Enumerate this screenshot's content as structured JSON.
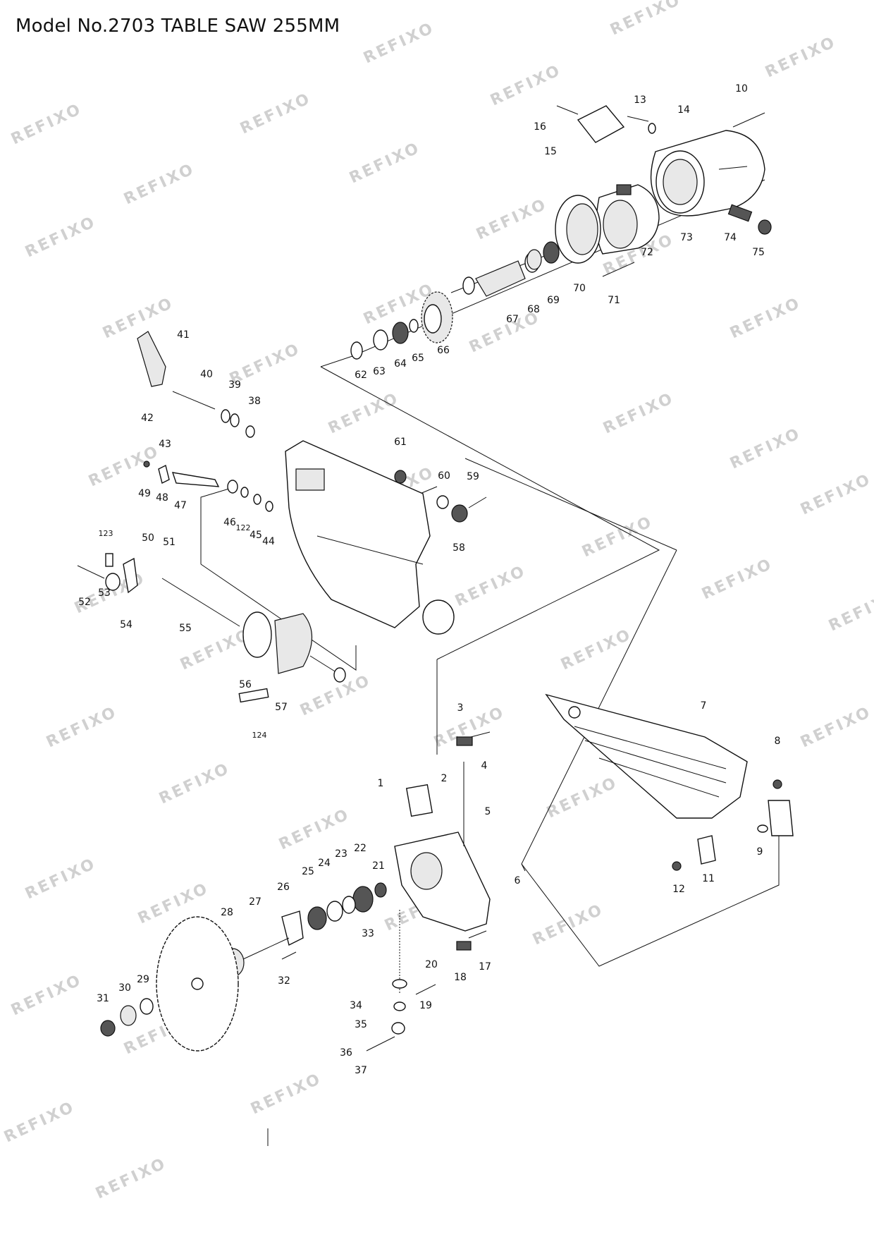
{
  "title": "Model No.2703 TABLE SAW 255MM",
  "watermark": "REFIXO",
  "part_labels": [
    "1",
    "2",
    "3",
    "4",
    "5",
    "6",
    "7",
    "8",
    "9",
    "10",
    "11",
    "12",
    "13",
    "14",
    "15",
    "16",
    "17",
    "18",
    "19",
    "20",
    "21",
    "22",
    "23",
    "24",
    "25",
    "26",
    "27",
    "28",
    "29",
    "30",
    "31",
    "32",
    "33",
    "34",
    "35",
    "36",
    "37",
    "38",
    "39",
    "40",
    "41",
    "42",
    "43",
    "44",
    "45",
    "46",
    "47",
    "48",
    "49",
    "50",
    "51",
    "52",
    "53",
    "54",
    "55",
    "56",
    "57",
    "58",
    "59",
    "60",
    "61",
    "62",
    "63",
    "64",
    "65",
    "66",
    "67",
    "68",
    "69",
    "70",
    "71",
    "72",
    "73",
    "74",
    "75",
    "122",
    "123",
    "124"
  ]
}
